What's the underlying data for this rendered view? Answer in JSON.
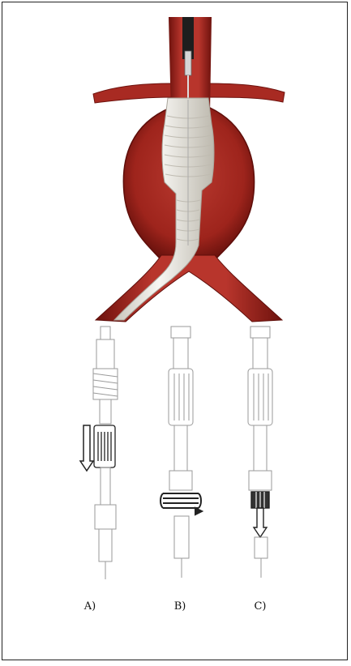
{
  "panel_labels": {
    "a": "A)",
    "b": "B)",
    "c": "C)"
  },
  "colors": {
    "vessel": "#a82a22",
    "vessel_dark": "#6e120d",
    "vessel_light": "#d8655a",
    "graft": "#f2f0ea",
    "device_outline": "#9a9a9a",
    "arrow": "#222222"
  }
}
